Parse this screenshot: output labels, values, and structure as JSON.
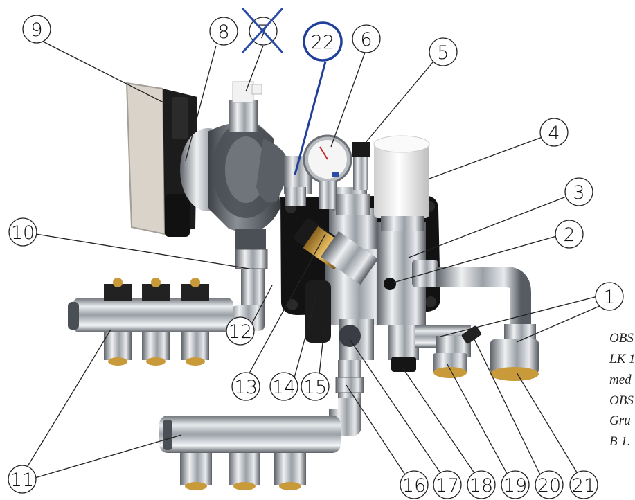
{
  "callouts": [
    {
      "label": "1"
    },
    {
      "label": "2"
    },
    {
      "label": "3"
    },
    {
      "label": "4"
    },
    {
      "label": "5"
    },
    {
      "label": "6"
    },
    {
      "label": "7",
      "crossed_out": true
    },
    {
      "label": "8"
    },
    {
      "label": "9"
    },
    {
      "label": "10"
    },
    {
      "label": "11"
    },
    {
      "label": "12"
    },
    {
      "label": "13"
    },
    {
      "label": "14"
    },
    {
      "label": "15"
    },
    {
      "label": "16"
    },
    {
      "label": "17"
    },
    {
      "label": "18"
    },
    {
      "label": "19"
    },
    {
      "label": "20"
    },
    {
      "label": "21"
    },
    {
      "label": "22",
      "highlighted": true
    }
  ],
  "note_lines": [
    "OBS",
    "LK 1",
    "med",
    "OBS",
    "Gru",
    "B 1."
  ],
  "colors": {
    "highlight": "#1f3f9a",
    "cross": "#2a4ca6",
    "callout_stroke": "#222222",
    "pump_body": "#6b6f74",
    "chrome": "#c9ccd0",
    "plate": "#111111",
    "brass": "#c89a3a",
    "display_panel": "#d8d2c8",
    "actuator": "#f2f2f2"
  }
}
